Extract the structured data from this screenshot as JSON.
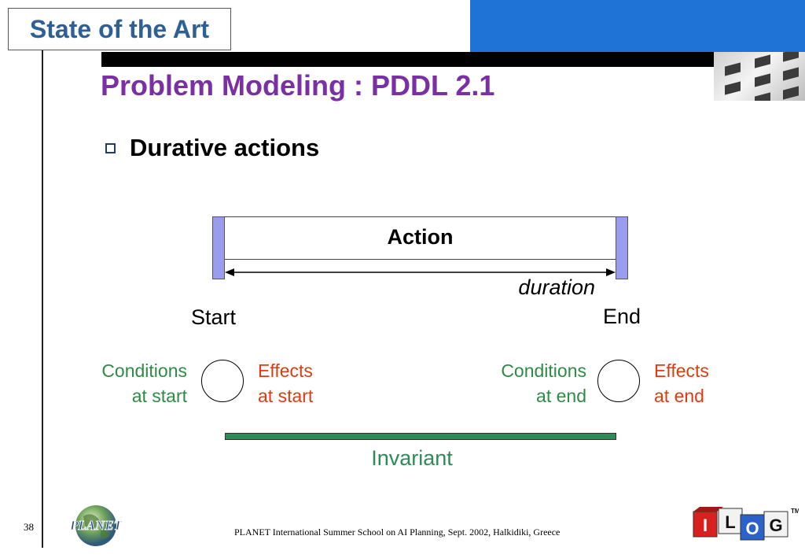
{
  "header": {
    "section_title": "State of the Art",
    "blue_color": "#1f72d6",
    "bar_color": "#000000"
  },
  "slide": {
    "title": "Problem Modeling : PDDL 2.1",
    "title_color": "#7a2fa3",
    "bullet": "Durative actions"
  },
  "diagram": {
    "action_label": "Action",
    "duration_label": "duration",
    "start_label": "Start",
    "end_label": "End",
    "bar_color": "#9a9cf0",
    "start": {
      "conditions": [
        "Conditions",
        "at start"
      ],
      "effects": [
        "Effects",
        "at start"
      ]
    },
    "end": {
      "conditions": [
        "Conditions",
        "at end"
      ],
      "effects": [
        "Effects",
        "at end"
      ]
    },
    "conditions_color": "#2e8b45",
    "effects_color": "#e23a10",
    "invariant_label": "Invariant",
    "invariant_color": "#2e8b57"
  },
  "footer": {
    "page_number": "38",
    "text": "PLANET International Summer School on AI Planning, Sept. 2002, Halkidiki, Greece",
    "planet_logo_text": "PLANET",
    "ilog_logo_text": [
      "I",
      "L",
      "O",
      "G",
      "TM"
    ]
  }
}
